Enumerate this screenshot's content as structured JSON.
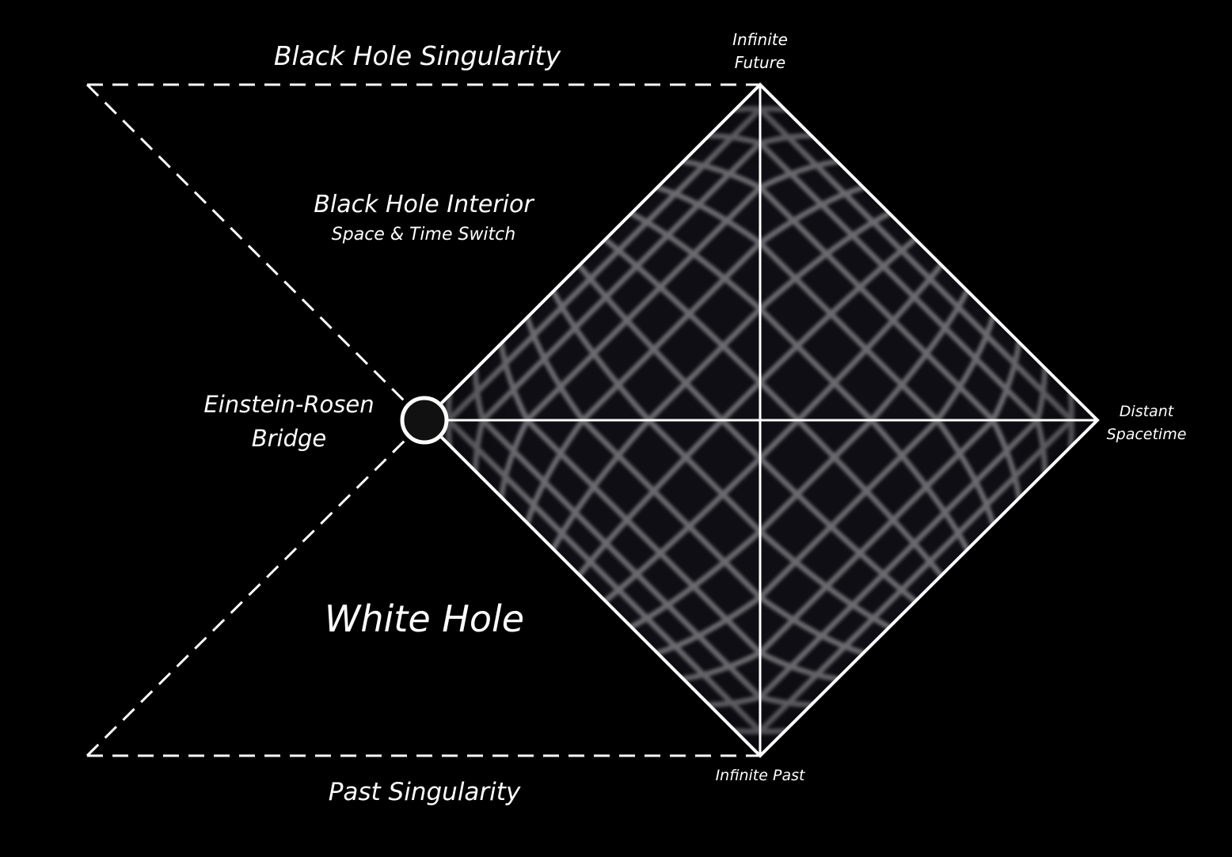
{
  "diagram": {
    "labels": {
      "black_hole_singularity": "Black Hole Singularity",
      "black_hole_interior": "Black Hole Interior",
      "space_time_switch": "Space & Time Switch",
      "einstein_rosen_line1": "Einstein-Rosen",
      "einstein_rosen_line2": "Bridge",
      "white_hole": "White Hole",
      "past_singularity": "Past Singularity",
      "infinite_future_line1": "Infinite",
      "infinite_future_line2": "Future",
      "infinite_past": "Infinite Past",
      "distant_spacetime_line1": "Distant",
      "distant_spacetime_line2": "Spacetime"
    },
    "colors": {
      "background": "#000000",
      "lines": "#ffffff",
      "grid": "#6a6a70",
      "diamond_fill": "#0e0e14",
      "bridge_node_fill": "#111111"
    }
  }
}
